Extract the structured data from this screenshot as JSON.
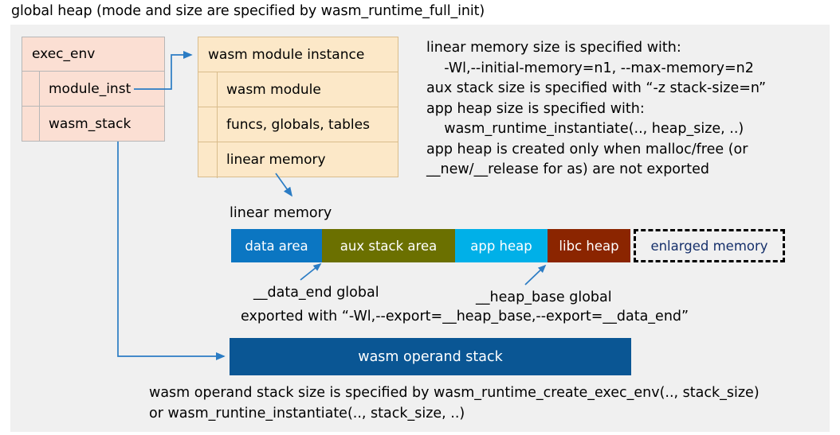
{
  "title": "global heap (mode and size are specified by wasm_runtime_full_init)",
  "colors": {
    "panel_bg": "#f0f0f0",
    "exec_env_fill": "#fbdfd3",
    "exec_env_border": "#b7b7b7",
    "module_inst_fill": "#fce8c8",
    "module_inst_border": "#d9bc8c",
    "connector": "#2b7cc4",
    "data_area": "#0b76c2",
    "aux_stack_area": "#6b7000",
    "app_heap": "#00b0e8",
    "libc_heap": "#8b2500",
    "enlarged_memory_text": "#16306b",
    "operand_stack": "#0a5694"
  },
  "exec_env": {
    "header": "exec_env",
    "fields": [
      {
        "label": "module_inst"
      },
      {
        "label": "wasm_stack"
      }
    ]
  },
  "module_instance": {
    "header": "wasm module instance",
    "fields": [
      {
        "label": "wasm module"
      },
      {
        "label": "funcs, globals, tables"
      },
      {
        "label": "linear memory"
      }
    ]
  },
  "notes": {
    "right": "linear memory size is specified with:\n    -Wl,--initial-memory=n1, --max-memory=n2\naux stack size is specified with “-z stack-size=n”\napp heap size is specified with:\n    wasm_runtime_instantiate(.., heap_size, ..)\napp heap is created only when malloc/free (or\n__new/__release for as) are not exported",
    "bottom": "wasm operand stack size is specified by wasm_runtime_create_exec_env(.., stack_size)\nor wasm_runtine_instantiate(.., stack_size, ..)"
  },
  "linear_memory": {
    "caption": "linear memory",
    "segments": [
      {
        "label": "data area",
        "color": "#0b76c2",
        "width": 114
      },
      {
        "label": "aux stack area",
        "color": "#6b7000",
        "width": 167
      },
      {
        "label": "app heap",
        "color": "#00b0e8",
        "width": 116
      },
      {
        "label": "libc heap",
        "color": "#8b2500",
        "width": 104
      },
      {
        "label": "enlarged memory",
        "color": "#f0f0f0",
        "width": 190,
        "dashed": true
      }
    ]
  },
  "annotations": {
    "data_end": "__data_end global",
    "heap_base": "__heap_base global",
    "exported_with": "exported with “-Wl,--export=__heap_base,--export=__data_end”"
  },
  "operand_stack": {
    "label": "wasm operand stack"
  }
}
